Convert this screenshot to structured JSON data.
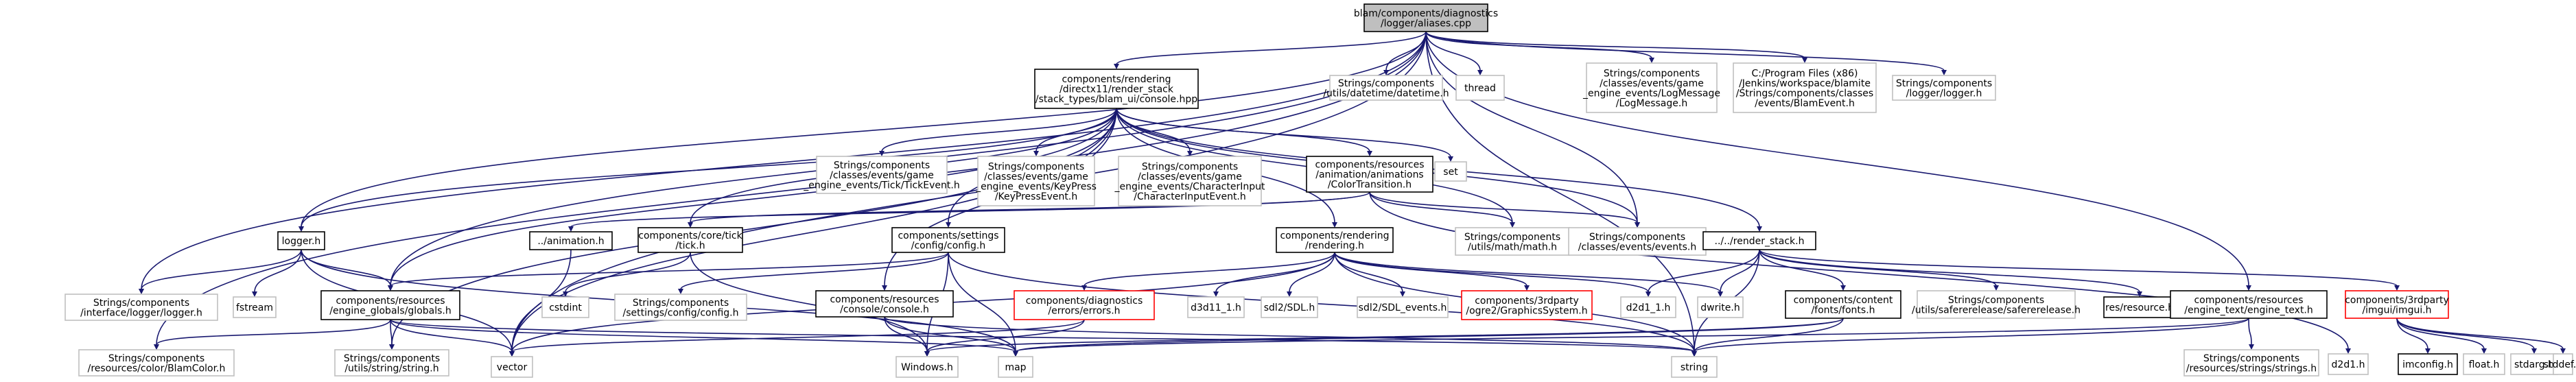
{
  "colors": {
    "edge": "#191970",
    "root_fill": "#bfbfbf",
    "node_border": "#000000",
    "external_border": "#bfbfbf",
    "missing_border": "#ff0000",
    "text": "#000000"
  },
  "nodes": [
    {
      "id": "aliases",
      "kind": "root",
      "lines": [
        "blam/components/diagnostics",
        "/logger/aliases.cpp"
      ]
    },
    {
      "id": "console",
      "kind": "file",
      "lines": [
        "components/rendering",
        "/directx11/render_stack",
        "/stack_types/blam_ui/console.hpp"
      ]
    },
    {
      "id": "datetime",
      "kind": "external",
      "lines": [
        "Strings/components",
        "/utils/datetime/datetime.h"
      ]
    },
    {
      "id": "thread",
      "kind": "external",
      "lines": [
        "thread"
      ]
    },
    {
      "id": "logmessage",
      "kind": "external",
      "lines": [
        "Strings/components",
        "/classes/events/game",
        "_engine_events/LogMessage",
        "/LogMessage.h"
      ]
    },
    {
      "id": "blamevent",
      "kind": "external",
      "lines": [
        "C:/Program Files (x86)",
        "/Jenkins/workspace/blamite",
        "/Strings/components/classes",
        "/events/BlamEvent.h"
      ]
    },
    {
      "id": "loggerstr",
      "kind": "external",
      "lines": [
        "Strings/components",
        "/logger/logger.h"
      ]
    },
    {
      "id": "tickevent",
      "kind": "external",
      "lines": [
        "Strings/components",
        "/classes/events/game",
        "_engine_events/Tick/TickEvent.h"
      ]
    },
    {
      "id": "keypress",
      "kind": "external",
      "lines": [
        "Strings/components",
        "/classes/events/game",
        "_engine_events/KeyPress",
        "/KeyPressEvent.h"
      ]
    },
    {
      "id": "charinput",
      "kind": "external",
      "lines": [
        "Strings/components",
        "/classes/events/game",
        "_engine_events/CharacterInput",
        "/CharacterInputEvent.h"
      ]
    },
    {
      "id": "colortrans",
      "kind": "file",
      "lines": [
        "components/resources",
        "/animation/animations",
        "/ColorTransition.h"
      ]
    },
    {
      "id": "set",
      "kind": "external",
      "lines": [
        "set"
      ]
    },
    {
      "id": "loggerh",
      "kind": "file",
      "lines": [
        "logger.h"
      ]
    },
    {
      "id": "animation",
      "kind": "file",
      "lines": [
        "../animation.h"
      ]
    },
    {
      "id": "tick",
      "kind": "file",
      "lines": [
        "components/core/tick",
        "/tick.h"
      ]
    },
    {
      "id": "config",
      "kind": "file",
      "lines": [
        "components/settings",
        "/config/config.h"
      ]
    },
    {
      "id": "rendering",
      "kind": "file",
      "lines": [
        "components/rendering",
        "/rendering.h"
      ]
    },
    {
      "id": "mathh",
      "kind": "external",
      "lines": [
        "Strings/components",
        "/utils/math/math.h"
      ]
    },
    {
      "id": "eventsh",
      "kind": "external",
      "lines": [
        "Strings/components",
        "/classes/events/events.h"
      ]
    },
    {
      "id": "renderstack",
      "kind": "file",
      "lines": [
        "../../render_stack.h"
      ]
    },
    {
      "id": "ifacelogger",
      "kind": "external",
      "lines": [
        "Strings/components",
        "/interface/logger/logger.h"
      ]
    },
    {
      "id": "fstream",
      "kind": "external",
      "lines": [
        "fstream"
      ]
    },
    {
      "id": "globals",
      "kind": "file",
      "lines": [
        "components/resources",
        "/engine_globals/globals.h"
      ]
    },
    {
      "id": "cstdint",
      "kind": "external",
      "lines": [
        "cstdint"
      ]
    },
    {
      "id": "settingsconfig",
      "kind": "external",
      "lines": [
        "Strings/components",
        "/settings/config/config.h"
      ]
    },
    {
      "id": "consoleh",
      "kind": "file",
      "lines": [
        "components/resources",
        "/console/console.h"
      ]
    },
    {
      "id": "errors",
      "kind": "missing",
      "lines": [
        "components/diagnostics",
        "/errors/errors.h"
      ]
    },
    {
      "id": "d3d11",
      "kind": "external",
      "lines": [
        "d3d11_1.h"
      ]
    },
    {
      "id": "sdl",
      "kind": "external",
      "lines": [
        "sdl2/SDL.h"
      ]
    },
    {
      "id": "sdlevents",
      "kind": "external",
      "lines": [
        "sdl2/SDL_events.h"
      ]
    },
    {
      "id": "ogre",
      "kind": "missing",
      "lines": [
        "components/3rdparty",
        "/ogre2/GraphicsSystem.h"
      ]
    },
    {
      "id": "d2d1",
      "kind": "external",
      "lines": [
        "d2d1_1.h"
      ]
    },
    {
      "id": "dwrite",
      "kind": "external",
      "lines": [
        "dwrite.h"
      ]
    },
    {
      "id": "fontsh",
      "kind": "file",
      "lines": [
        "components/content",
        "/fonts/fonts.h"
      ]
    },
    {
      "id": "safererelease",
      "kind": "external",
      "lines": [
        "Strings/components",
        "/utils/safererelease/safererelease.h"
      ]
    },
    {
      "id": "resresource",
      "kind": "file",
      "lines": [
        "res/resource.h"
      ]
    },
    {
      "id": "enginetext",
      "kind": "file",
      "lines": [
        "components/resources",
        "/engine_text/engine_text.h"
      ]
    },
    {
      "id": "imgui",
      "kind": "missing",
      "lines": [
        "components/3rdparty",
        "/imgui/imgui.h"
      ]
    },
    {
      "id": "blamcolor",
      "kind": "external",
      "lines": [
        "Strings/components",
        "/resources/color/BlamColor.h"
      ]
    },
    {
      "id": "stringh",
      "kind": "external",
      "lines": [
        "Strings/components",
        "/utils/string/string.h"
      ]
    },
    {
      "id": "vector",
      "kind": "external",
      "lines": [
        "vector"
      ]
    },
    {
      "id": "windows",
      "kind": "external",
      "lines": [
        "Windows.h"
      ]
    },
    {
      "id": "map",
      "kind": "external",
      "lines": [
        "map"
      ]
    },
    {
      "id": "string",
      "kind": "external",
      "lines": [
        "string"
      ]
    },
    {
      "id": "stringsh",
      "kind": "external",
      "lines": [
        "Strings/components",
        "/resources/strings/strings.h"
      ]
    },
    {
      "id": "d2d1h",
      "kind": "external",
      "lines": [
        "d2d1.h"
      ]
    },
    {
      "id": "imconfig",
      "kind": "file",
      "lines": [
        "imconfig.h"
      ]
    },
    {
      "id": "float",
      "kind": "external",
      "lines": [
        "float.h"
      ]
    },
    {
      "id": "stdarg",
      "kind": "external",
      "lines": [
        "stdarg.h"
      ]
    },
    {
      "id": "stddef",
      "kind": "external",
      "lines": [
        "stddef.h"
      ]
    }
  ],
  "edges": [
    [
      "aliases",
      "console"
    ],
    [
      "aliases",
      "datetime"
    ],
    [
      "aliases",
      "thread"
    ],
    [
      "aliases",
      "logmessage"
    ],
    [
      "aliases",
      "blamevent"
    ],
    [
      "aliases",
      "loggerstr"
    ],
    [
      "aliases",
      "loggerh"
    ],
    [
      "aliases",
      "ifacelogger"
    ],
    [
      "aliases",
      "globals"
    ],
    [
      "aliases",
      "eventsh"
    ],
    [
      "aliases",
      "enginetext"
    ],
    [
      "aliases",
      "blamcolor"
    ],
    [
      "aliases",
      "vector"
    ],
    [
      "aliases",
      "string"
    ],
    [
      "console",
      "tickevent"
    ],
    [
      "console",
      "keypress"
    ],
    [
      "console",
      "charinput"
    ],
    [
      "console",
      "colortrans"
    ],
    [
      "console",
      "set"
    ],
    [
      "console",
      "loggerh"
    ],
    [
      "console",
      "tick"
    ],
    [
      "console",
      "config"
    ],
    [
      "console",
      "rendering"
    ],
    [
      "console",
      "mathh"
    ],
    [
      "console",
      "eventsh"
    ],
    [
      "console",
      "renderstack"
    ],
    [
      "console",
      "globals"
    ],
    [
      "console",
      "consoleh"
    ],
    [
      "console",
      "stringh"
    ],
    [
      "console",
      "vector"
    ],
    [
      "colortrans",
      "animation"
    ],
    [
      "colortrans",
      "tick"
    ],
    [
      "colortrans",
      "mathh"
    ],
    [
      "colortrans",
      "eventsh"
    ],
    [
      "colortrans",
      "d2d1h"
    ],
    [
      "loggerh",
      "ifacelogger"
    ],
    [
      "loggerh",
      "fstream"
    ],
    [
      "loggerh",
      "globals"
    ],
    [
      "loggerh",
      "vector"
    ],
    [
      "loggerh",
      "map"
    ],
    [
      "animation",
      "vector"
    ],
    [
      "tick",
      "cstdint"
    ],
    [
      "tick",
      "windows"
    ],
    [
      "config",
      "settingsconfig"
    ],
    [
      "config",
      "globals"
    ],
    [
      "config",
      "windows"
    ],
    [
      "config",
      "map"
    ],
    [
      "config",
      "string"
    ],
    [
      "rendering",
      "errors"
    ],
    [
      "rendering",
      "d3d11"
    ],
    [
      "rendering",
      "sdl"
    ],
    [
      "rendering",
      "sdlevents"
    ],
    [
      "rendering",
      "ogre"
    ],
    [
      "rendering",
      "d2d1"
    ],
    [
      "rendering",
      "dwrite"
    ],
    [
      "rendering",
      "vector"
    ],
    [
      "rendering",
      "string"
    ],
    [
      "renderstack",
      "d2d1"
    ],
    [
      "renderstack",
      "dwrite"
    ],
    [
      "renderstack",
      "fontsh"
    ],
    [
      "renderstack",
      "safererelease"
    ],
    [
      "renderstack",
      "resresource"
    ],
    [
      "renderstack",
      "imgui"
    ],
    [
      "renderstack",
      "string"
    ],
    [
      "globals",
      "blamcolor"
    ],
    [
      "globals",
      "stringh"
    ],
    [
      "globals",
      "vector"
    ],
    [
      "globals",
      "map"
    ],
    [
      "globals",
      "string"
    ],
    [
      "consoleh",
      "windows"
    ],
    [
      "consoleh",
      "map"
    ],
    [
      "consoleh",
      "string"
    ],
    [
      "errors",
      "windows"
    ],
    [
      "errors",
      "vector"
    ],
    [
      "fontsh",
      "windows"
    ],
    [
      "fontsh",
      "string"
    ],
    [
      "fontsh",
      "map"
    ],
    [
      "enginetext",
      "stringsh"
    ],
    [
      "enginetext",
      "string"
    ],
    [
      "enginetext",
      "map"
    ],
    [
      "imgui",
      "imconfig"
    ],
    [
      "imgui",
      "float"
    ],
    [
      "imgui",
      "stdarg"
    ],
    [
      "imgui",
      "stddef"
    ]
  ]
}
